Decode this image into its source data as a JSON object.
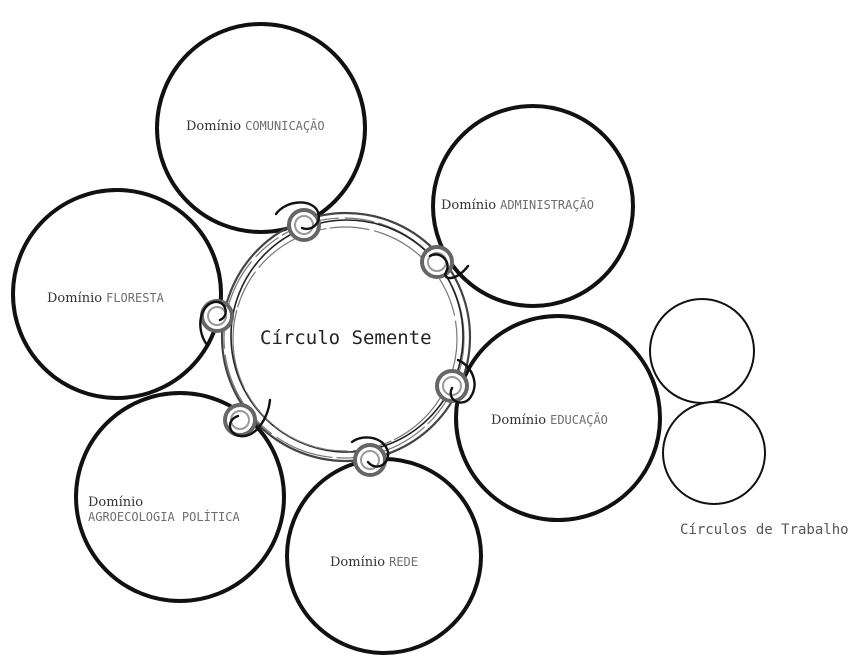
{
  "center": {
    "label": "Círculo Semente"
  },
  "domain_prefix": "Domínio",
  "domains": [
    {
      "id": "comunicacao",
      "name": "COMUNICAÇÃO"
    },
    {
      "id": "administracao",
      "name": "ADMINISTRAÇÃO"
    },
    {
      "id": "floresta",
      "name": "FLORESTA"
    },
    {
      "id": "educacao",
      "name": "EDUCAÇÃO"
    },
    {
      "id": "agroecologia",
      "name": "AGROECOLOGIA POLÍTICA"
    },
    {
      "id": "rede",
      "name": "REDE"
    }
  ],
  "working_circles": {
    "label": "Círculos de Trabalho"
  },
  "colors": {
    "stroke": "#111111",
    "text": "#6e6e6e",
    "knot": "#666666"
  }
}
